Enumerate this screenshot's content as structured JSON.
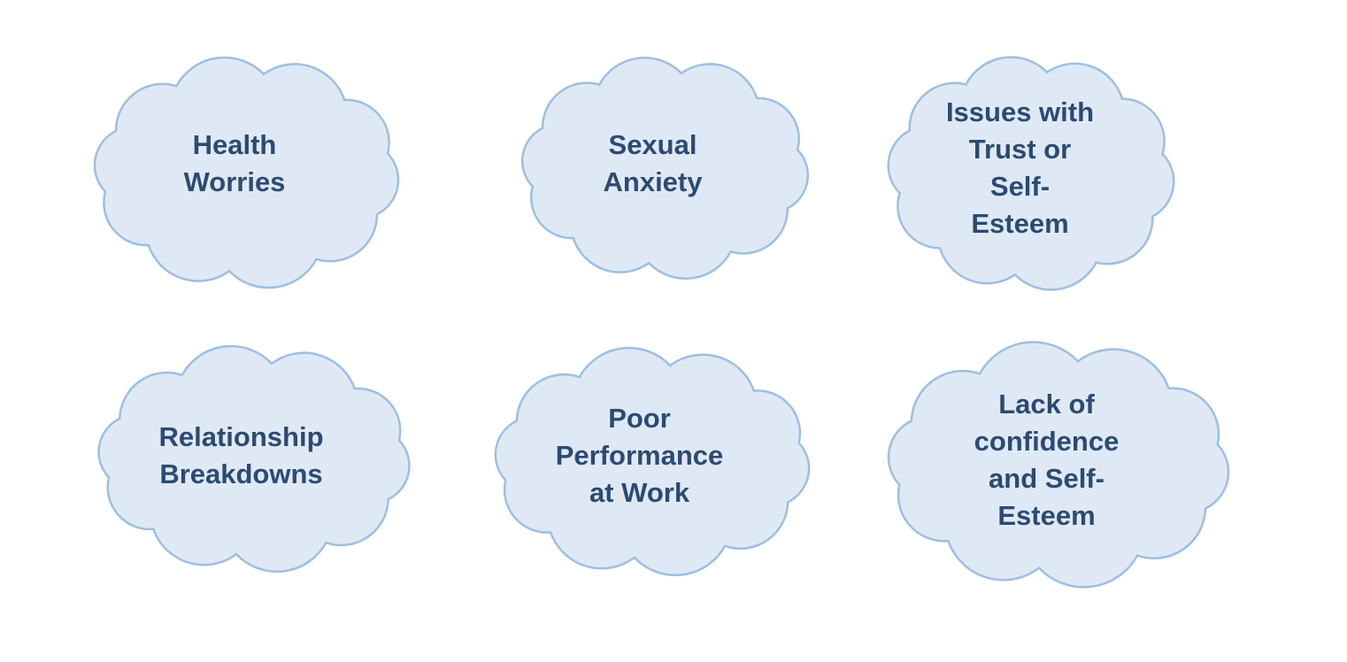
{
  "colors": {
    "cloud_fill": "#dfe9f5",
    "cloud_stroke": "#9dbfe0",
    "text": "#2c4a72"
  },
  "clouds": [
    {
      "label": "Health\nWorries"
    },
    {
      "label": "Sexual\nAnxiety"
    },
    {
      "label": "Issues with\nTrust or\nSelf-\nEsteem"
    },
    {
      "label": "Relationship\nBreakdowns"
    },
    {
      "label": "Poor\nPerformance\nat Work"
    },
    {
      "label": "Lack of\nconfidence\nand Self-\nEsteem"
    }
  ]
}
